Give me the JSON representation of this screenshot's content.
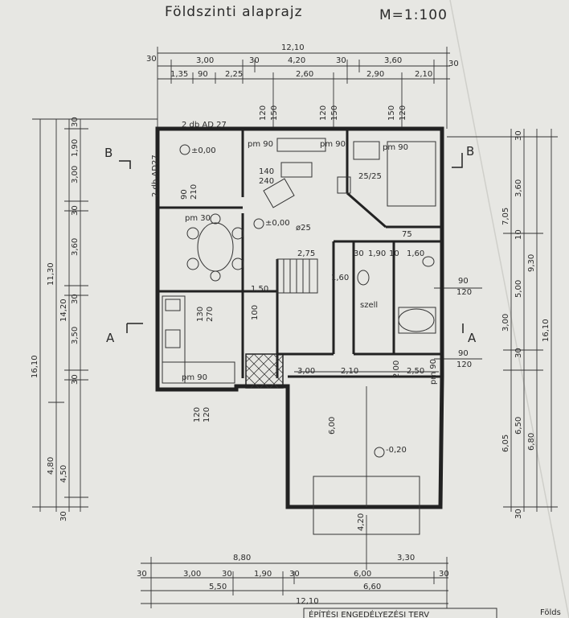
{
  "title": {
    "name": "Földszinti alaprajz",
    "scale": "M=1:100"
  },
  "top_dims": {
    "row1": [
      "30",
      "3,00",
      "30",
      "4,20",
      "30",
      "3,60",
      "30"
    ],
    "row0_total": "12,10",
    "row2": [
      "1,35",
      "90",
      "2,25",
      "2,60",
      "2,90",
      "2,10"
    ],
    "openings": [
      "120",
      "150",
      "120",
      "150",
      "150",
      "120"
    ]
  },
  "bottom_dims": {
    "row1": [
      "8,80",
      "3,30"
    ],
    "row2": [
      "30",
      "3,00",
      "30",
      "1,90",
      "30",
      "6,00",
      "30"
    ],
    "row3": [
      "5,50",
      "6,60"
    ],
    "total": "12,10"
  },
  "left_dims": {
    "a": [
      "30",
      "1,90",
      "3,00",
      "30",
      "3,60",
      "30",
      "3,50",
      "30",
      "4,50",
      "30"
    ],
    "b": [
      "11,30",
      "4,80"
    ],
    "c": [
      "14,20"
    ],
    "total": "16,10"
  },
  "right_dims": {
    "a": [
      "30",
      "3,60",
      "10",
      "5,00",
      "30",
      "6,50",
      "30"
    ],
    "b": [
      "7,05",
      "3,00",
      "6,05"
    ],
    "c": [
      "9,30",
      "6,80"
    ],
    "total": "16,10",
    "openings": [
      "90",
      "120",
      "90",
      "120"
    ]
  },
  "sections": {
    "b_left": "B",
    "b_right": "B",
    "a_left": "A",
    "a_right": "A"
  },
  "labels": {
    "chimney": "2 db AD 27",
    "chimney_side": "2 db AD27",
    "level_entry": "±0,00",
    "level_living": "±0,00",
    "level_garage": "-0,20",
    "pm_1": "pm 90",
    "pm_2": "pm 90",
    "pm_3": "pm 90",
    "pm_4": "pm 30",
    "pm_5": "pm 90",
    "pm_6": "pm 90",
    "door_140": "140",
    "door_240": "240",
    "d_90": "90",
    "d_210": "210",
    "fireplace": "25/25",
    "stair_w": "2,75",
    "phi": "ø25",
    "d_130": "130",
    "d_270": "270",
    "d_150": "1,50",
    "d_160": "1,60",
    "d_100": "100",
    "d_1_60": "1,60",
    "szell": "szell",
    "garage_w": "3,00",
    "garage_w2": "2,10",
    "garage_w3": "2,50",
    "garage_200": "2,00",
    "garage_600": "6,00",
    "garage_420": "4,20",
    "window_120": "120",
    "window_120b": "120",
    "w_30": "30",
    "w_190": "1,90",
    "w_10": "10",
    "w_75": "75"
  },
  "footer": {
    "stamp": "ÉPÍTÉSI ENGEDÉLYEZÉSI TERV",
    "right": "Földs"
  },
  "colors": {
    "paper": "#e7e7e3",
    "ink": "#222222"
  }
}
